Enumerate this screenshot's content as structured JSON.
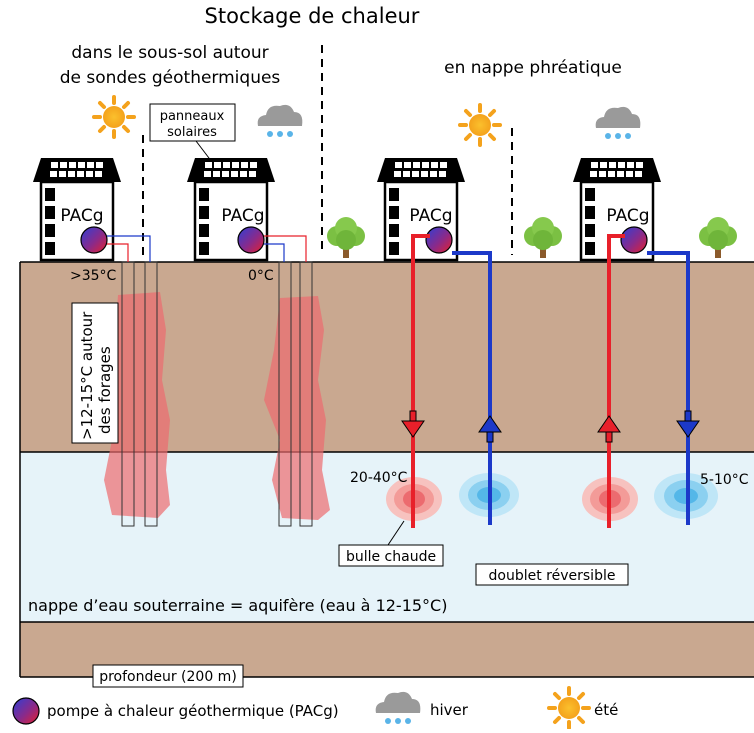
{
  "title": "Stockage de chaleur",
  "left_heading_line1": "dans le sous-sol autour",
  "left_heading_line2": "de sondes géothermiques",
  "right_heading": "en nappe phréatique",
  "solar_label_line1": "panneaux",
  "solar_label_line2": "solaires",
  "heat_pump_abbrev": "PACg",
  "temp_above_35": ">35°C",
  "temp_zero": "0°C",
  "borehole_label_line1": ">12-15°C autour",
  "borehole_label_line2": "des forages",
  "temp_warm_bubble": "20-40°C",
  "temp_cold_bubble": "5-10°C",
  "warm_bubble_label": "bulle chaude",
  "reversible_doublet_label": "doublet réversible",
  "aquifer_label": "nappe d’eau souterraine = aquifère (eau à 12-15°C)",
  "depth_label": "profondeur (200 m)",
  "legend": {
    "heat_pump": "pompe à chaleur géothermique (PACg)",
    "winter": "hiver",
    "summer": "été"
  },
  "colors": {
    "soil": "#c9a890",
    "aquifer": "#e6f3f9",
    "hot_pipe": "#e8202a",
    "cold_pipe": "#1c39c9",
    "warm_plume": "#ec6b6f",
    "house": "#000000",
    "tree_green": "#7bc043",
    "sun": "#f4a21c",
    "cloud": "#999999"
  },
  "icons": [
    "sun-icon",
    "cloud-snow-icon",
    "house-icon",
    "tree-icon",
    "heat-pump-icon",
    "arrow-down-icon",
    "arrow-up-icon"
  ]
}
